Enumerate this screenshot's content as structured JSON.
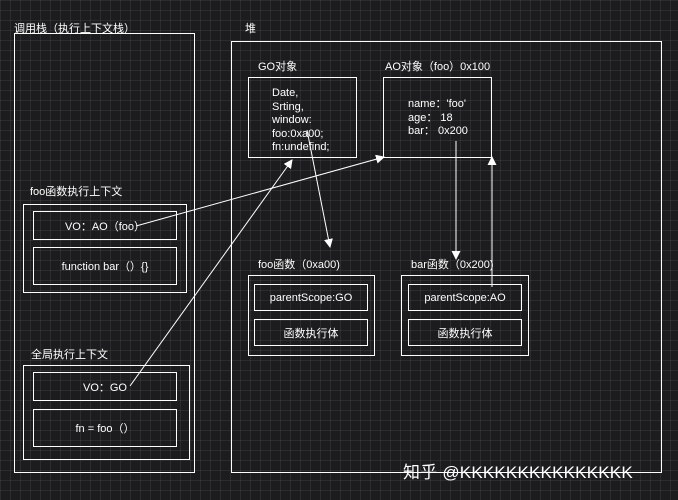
{
  "call_stack": {
    "title": "调用栈（执行上下文栈）"
  },
  "heap": {
    "title": "堆"
  },
  "foo_ctx": {
    "title": "foo函数执行上下文",
    "vo": "VO：AO（foo）",
    "fn": "function bar（）{}"
  },
  "global_ctx": {
    "title": "全局执行上下文",
    "vo": "VO：GO",
    "fn": "fn = foo（）"
  },
  "go": {
    "title": "GO对象",
    "lines": [
      "Date,",
      "Srting,",
      "window:",
      "foo:0xa00;",
      "fn:undefind;"
    ]
  },
  "ao": {
    "title": "AO对象（foo）0x100",
    "lines": [
      "name：'foo'",
      "age：  18",
      "bar：  0x200"
    ]
  },
  "foo_func": {
    "title": "foo函数（0xa00)",
    "scope": "parentScope:GO",
    "body": "函数执行体"
  },
  "bar_func": {
    "title": "bar函数（0x200)",
    "scope": "parentScope:AO",
    "body": "函数执行体"
  },
  "watermark": "知乎 @KKKKKKKKKKKKKKK"
}
